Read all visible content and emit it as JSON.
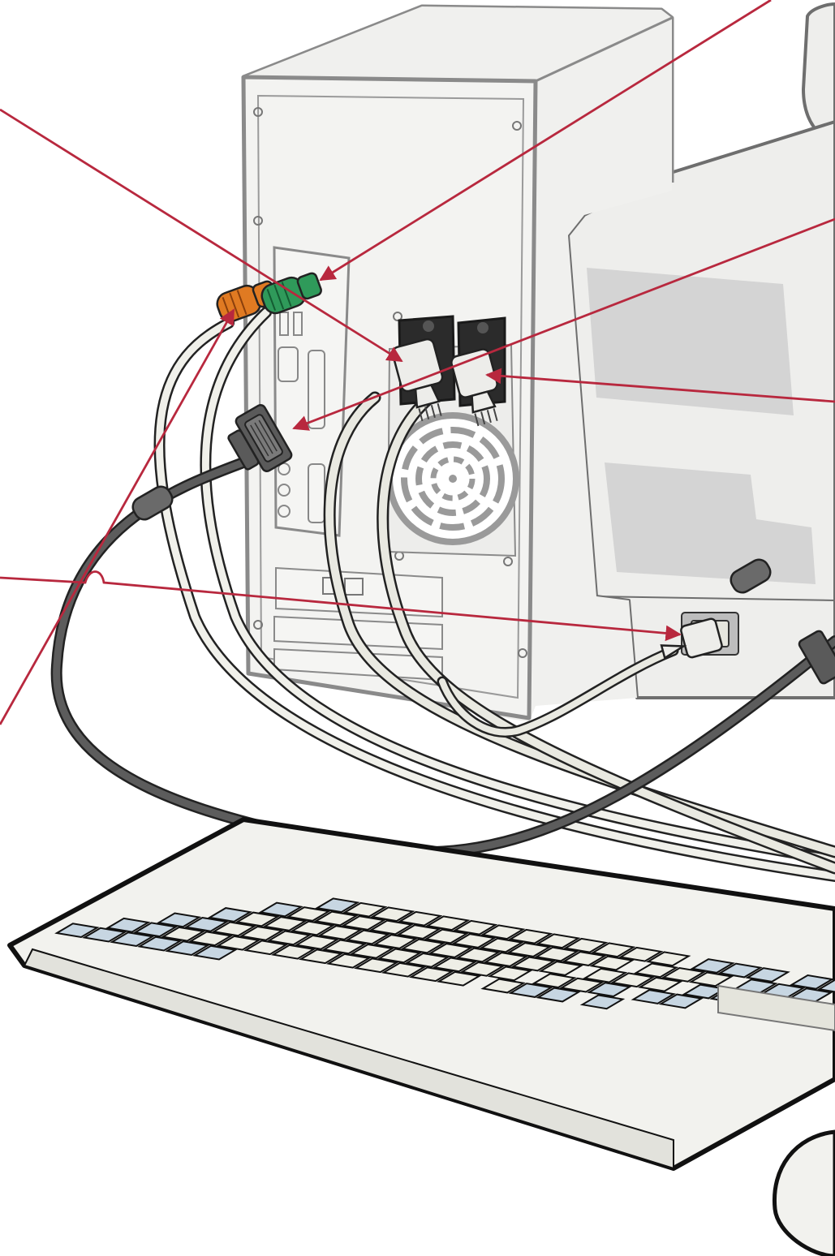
{
  "diagram": {
    "kind": "computer cabling illustration",
    "components": {
      "tower_case": "system-unit-rear",
      "monitor": "monitor-rear",
      "keyboard": "keyboard",
      "mouse": "mouse",
      "fan": "fan-grille",
      "io_panel": "io-panel"
    },
    "connectors": [
      {
        "name": "ps2-mouse-connector",
        "color": "#2f9a5a"
      },
      {
        "name": "ps2-keyboard-connector",
        "color": "#e07a22"
      },
      {
        "name": "system-power-connector",
        "color": "#e6e6de"
      },
      {
        "name": "monitor-outlet-connector",
        "color": "#e6e6de"
      },
      {
        "name": "vga-video-connector",
        "color": "#5a5a5a"
      },
      {
        "name": "monitor-power-connector",
        "color": "#e6e6de"
      }
    ],
    "callout_color": "#b8283e",
    "palette": {
      "case_fill": "#eeeeec",
      "outline": "#6e6e6e",
      "panel_fill": "#d4d4d4",
      "key_light": "#eeeee6",
      "key_blue": "#c7d6e2",
      "cable_light": "#e7e7df",
      "cable_dark": "#5c5c5c"
    }
  }
}
